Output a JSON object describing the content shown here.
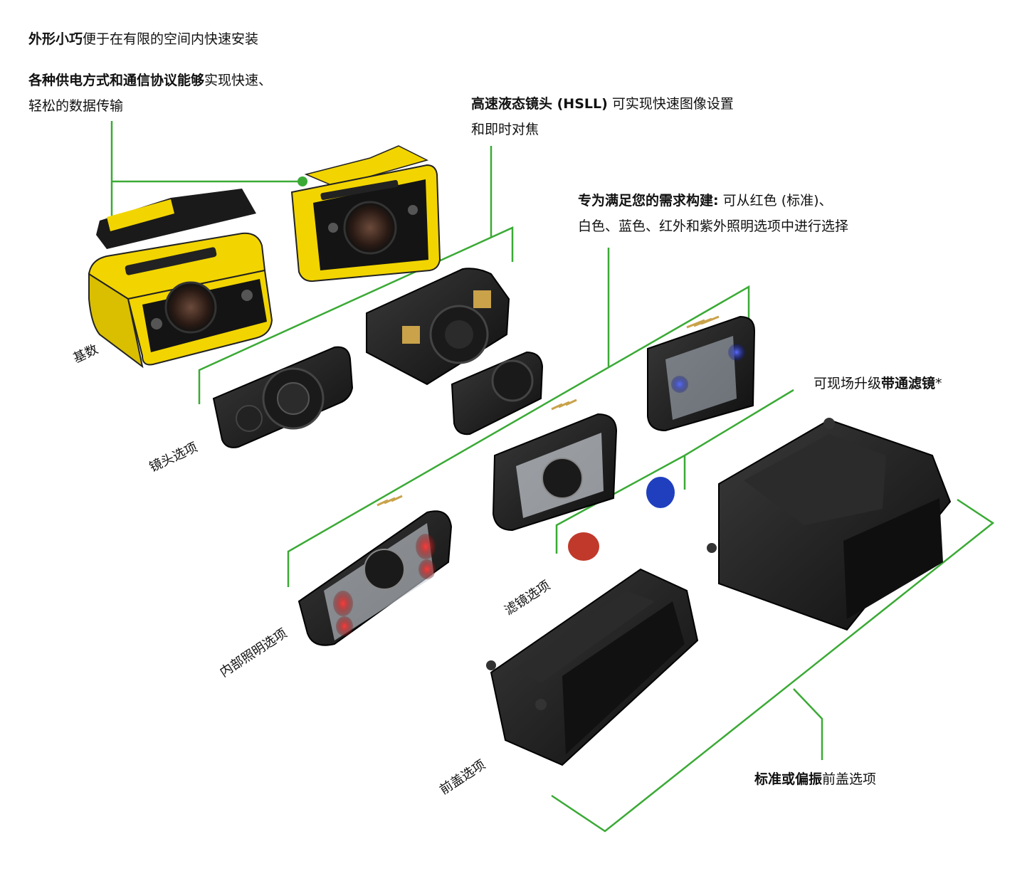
{
  "annotations": {
    "compact": {
      "bold": "外形小巧",
      "normal": "便于在有限的空间内快速安装"
    },
    "power": {
      "bold": "各种供电方式和通信协议能够",
      "normal": "实现快速、",
      "line2": "轻松的数据传输"
    },
    "hsll": {
      "bold": "高速液态镜头 (HSLL)",
      "normal": " 可实现快速图像设置",
      "line2": "和即时对焦"
    },
    "custom": {
      "bold": "专为满足您的需求构建:",
      "normal": " 可从红色 (标准)、",
      "line2": "白色、蓝色、红外和紫外照明选项中进行选择"
    },
    "bandpass": {
      "normal": "可现场升级",
      "bold": "带通滤镜",
      "suffix": "*"
    },
    "cover": {
      "bold": "标准或偏振",
      "normal": "前盖选项"
    }
  },
  "labels": {
    "base": "基数",
    "lens": "镜头选项",
    "lighting": "内部照明选项",
    "filter": "滤镜选项",
    "frontcover": "前盖选项"
  },
  "colors": {
    "leader_line": "#3aaa35",
    "camera_yellow": "#f2d500",
    "part_black": "#1c1c1c",
    "filter_red": "#c0392b",
    "filter_blue": "#1f3fbf"
  }
}
